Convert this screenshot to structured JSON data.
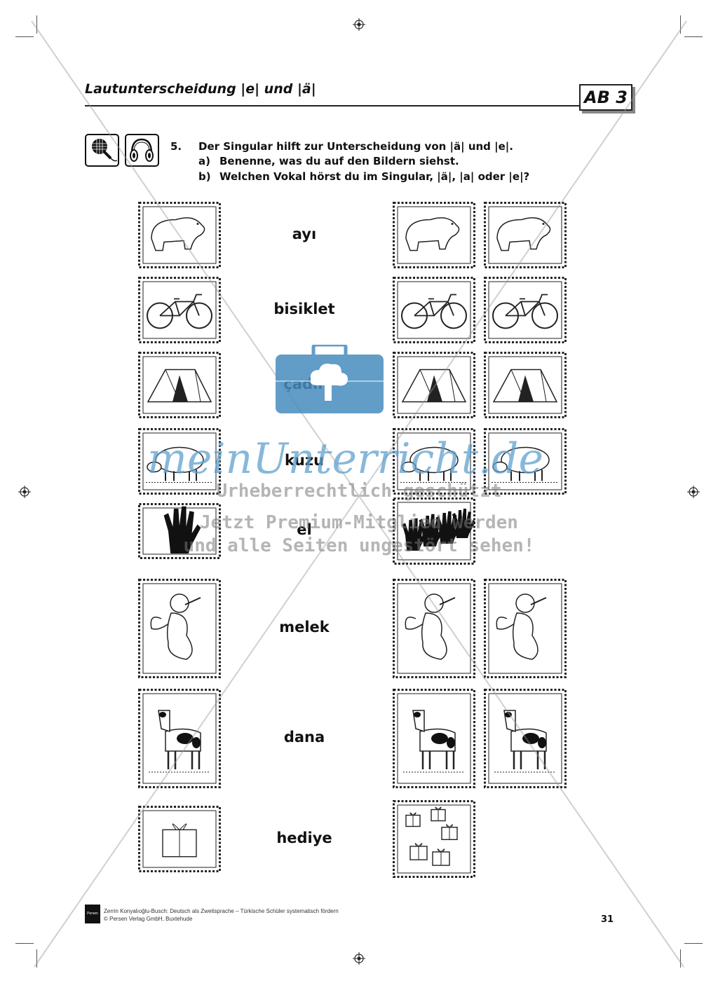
{
  "header": {
    "title": "Lautunterscheidung |e| und |ä|",
    "badge": "AB 3"
  },
  "task": {
    "number": "5.",
    "line": "Der Singular hilft zur Unterscheidung von |ä| und |e|.",
    "a_label": "a)",
    "a_text": "Benenne, was du auf den Bildern siehst.",
    "b_label": "b)",
    "b_text": "Welchen Vokal hörst du im Singular, |ä|, |a| oder |e|?",
    "icons": [
      "microphone-icon",
      "headphones-icon"
    ]
  },
  "rows": [
    {
      "word": "ayı",
      "picture": "bear",
      "plural_count": 2
    },
    {
      "word": "bisiklet",
      "picture": "bicycle",
      "plural_count": 2
    },
    {
      "word": "çadır",
      "picture": "tent",
      "plural_count": 2
    },
    {
      "word": "kuzu",
      "picture": "lamb",
      "plural_count": 2
    },
    {
      "word": "el",
      "picture": "hand",
      "plural_count": 1
    },
    {
      "word": "melek",
      "picture": "angel",
      "plural_count": 2
    },
    {
      "word": "dana",
      "picture": "calf",
      "plural_count": 2
    },
    {
      "word": "hediye",
      "picture": "gift",
      "plural_count": 1
    }
  ],
  "watermark": {
    "brand": "meinUnterricht.de",
    "line1": "Urheberrechtlich geschützt",
    "line2": "Jetzt Premium-Mitglied werden",
    "line3": "und alle Seiten ungestört sehen!",
    "color": "#5fa0cd"
  },
  "footer": {
    "publisher_logo": "Persen",
    "line1": "Zerrin Konyalıoğlu-Busch: Deutsch als Zweitsprache – Türkische Schüler systematisch fördern",
    "line2": "© Persen Verlag GmbH, Buxtehude",
    "page_number": "31"
  }
}
